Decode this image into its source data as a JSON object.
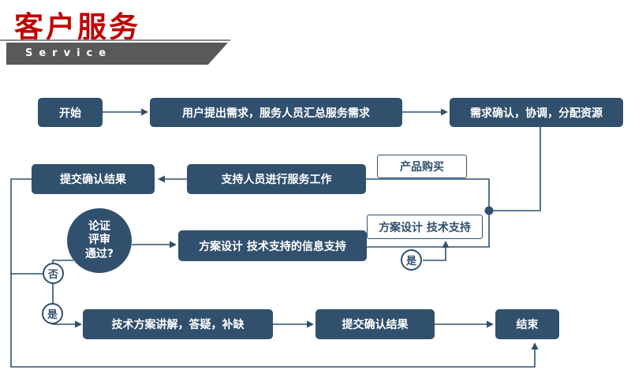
{
  "header": {
    "title": "客户服务",
    "subtitle": "Service"
  },
  "colors": {
    "accent_red": "#C00000",
    "node_navy": "#31506E",
    "banner_gray": "#58595B",
    "background": "#FFFFFF"
  },
  "flowchart": {
    "nodes": {
      "start": "开始",
      "collect": "用户提出需求，服务人员汇总服务需求",
      "confirm_alloc": "需求确认，协调，分配资源",
      "submit_result_1": "提交确认结果",
      "support_work": "支持人员进行服务工作",
      "product_purchase": "产品购买",
      "design_support_label": "方案设计 技术支持",
      "design_info_support": "方案设计 技术支持的信息支持",
      "review_decision": "论证\n评审\n通过?",
      "gate_no": "否",
      "gate_yes_left": "是",
      "gate_yes_right": "是",
      "explain_qa": "技术方案讲解，答疑，补缺",
      "submit_result_2": "提交确认结果",
      "end": "结束"
    }
  }
}
